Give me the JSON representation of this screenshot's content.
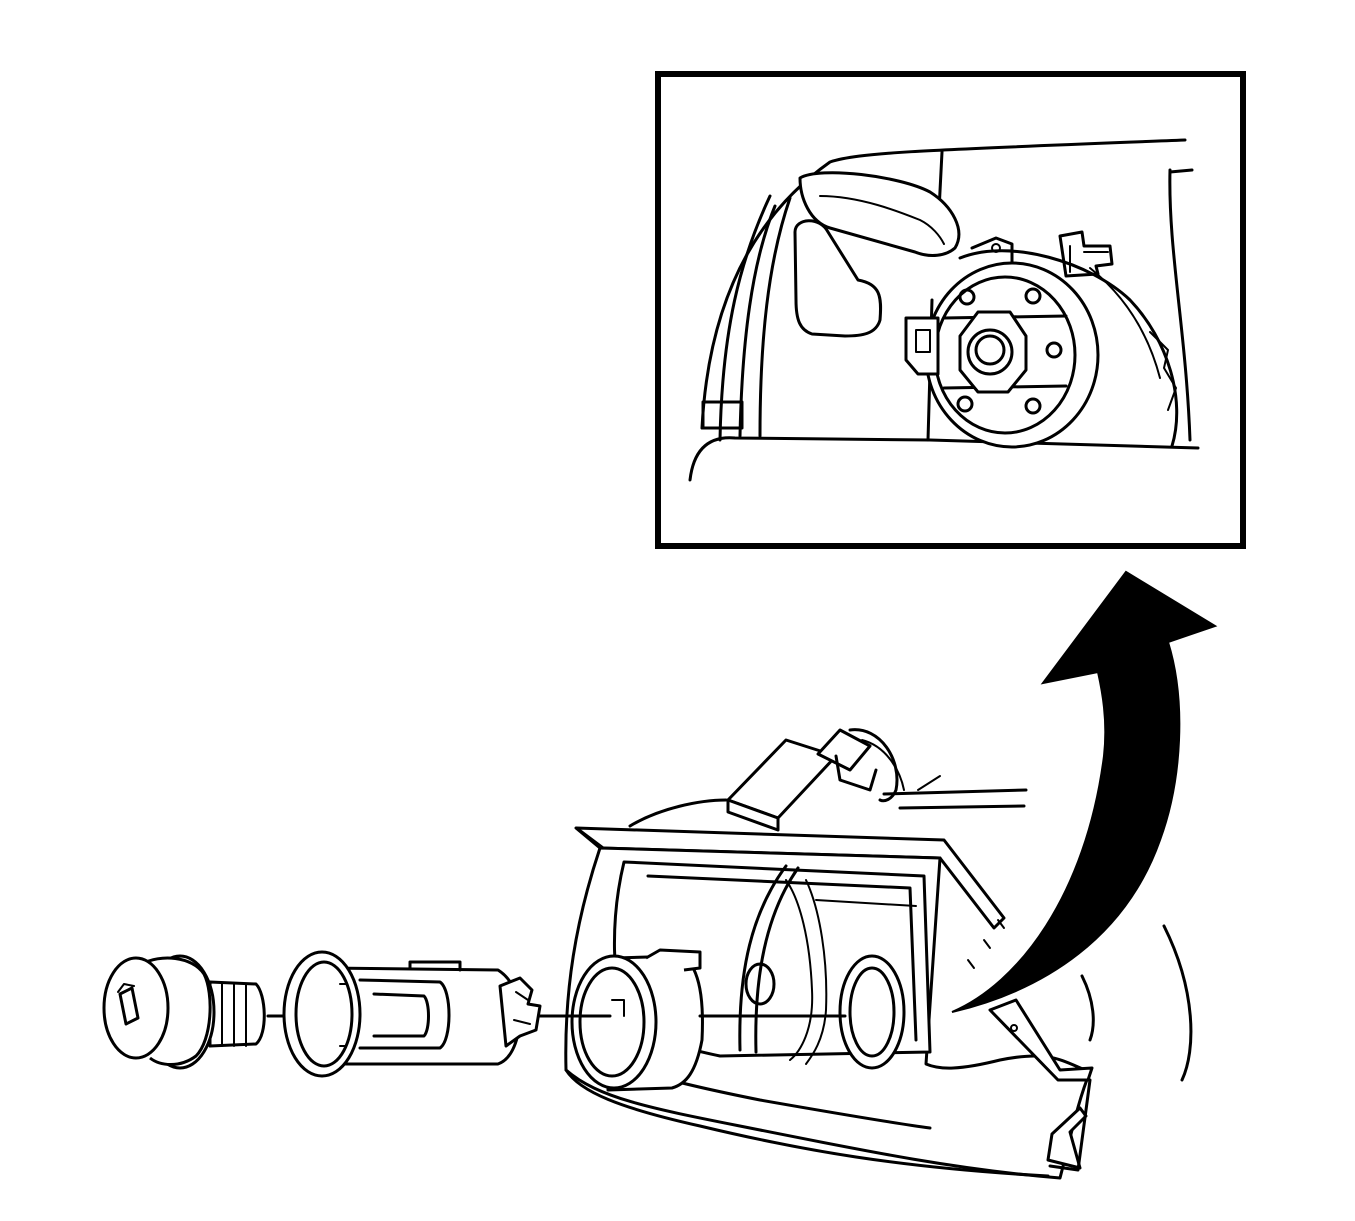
{
  "figure": {
    "parts": [
      "lighter-knob",
      "retainer-sleeve",
      "lighter-housing",
      "mounting-ring",
      "instrument-panel-bezel",
      "wire-connector",
      "detail-view-inset",
      "direction-arrow"
    ],
    "colors": {
      "line": "#000000",
      "background": "#ffffff"
    }
  }
}
